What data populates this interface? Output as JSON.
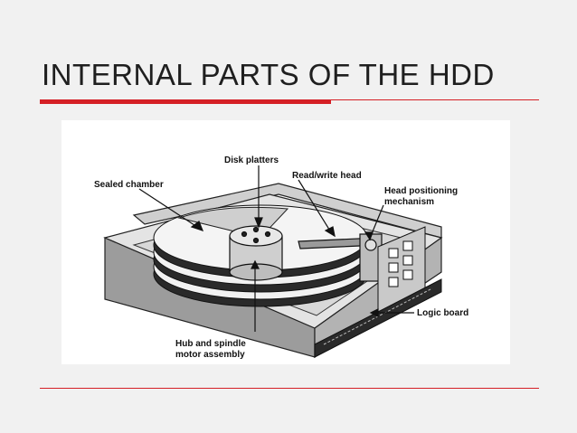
{
  "slide": {
    "title": "INTERNAL PARTS OF THE HDD",
    "accent_color": "#d51f25"
  },
  "diagram": {
    "labels": {
      "disk_platters": "Disk platters",
      "sealed_chamber": "Sealed chamber",
      "read_write_head": "Read/write head",
      "head_positioning_1": "Head positioning",
      "head_positioning_2": "mechanism",
      "logic_board": "Logic board",
      "hub_spindle_1": "Hub and spindle",
      "hub_spindle_2": "motor assembly"
    }
  }
}
